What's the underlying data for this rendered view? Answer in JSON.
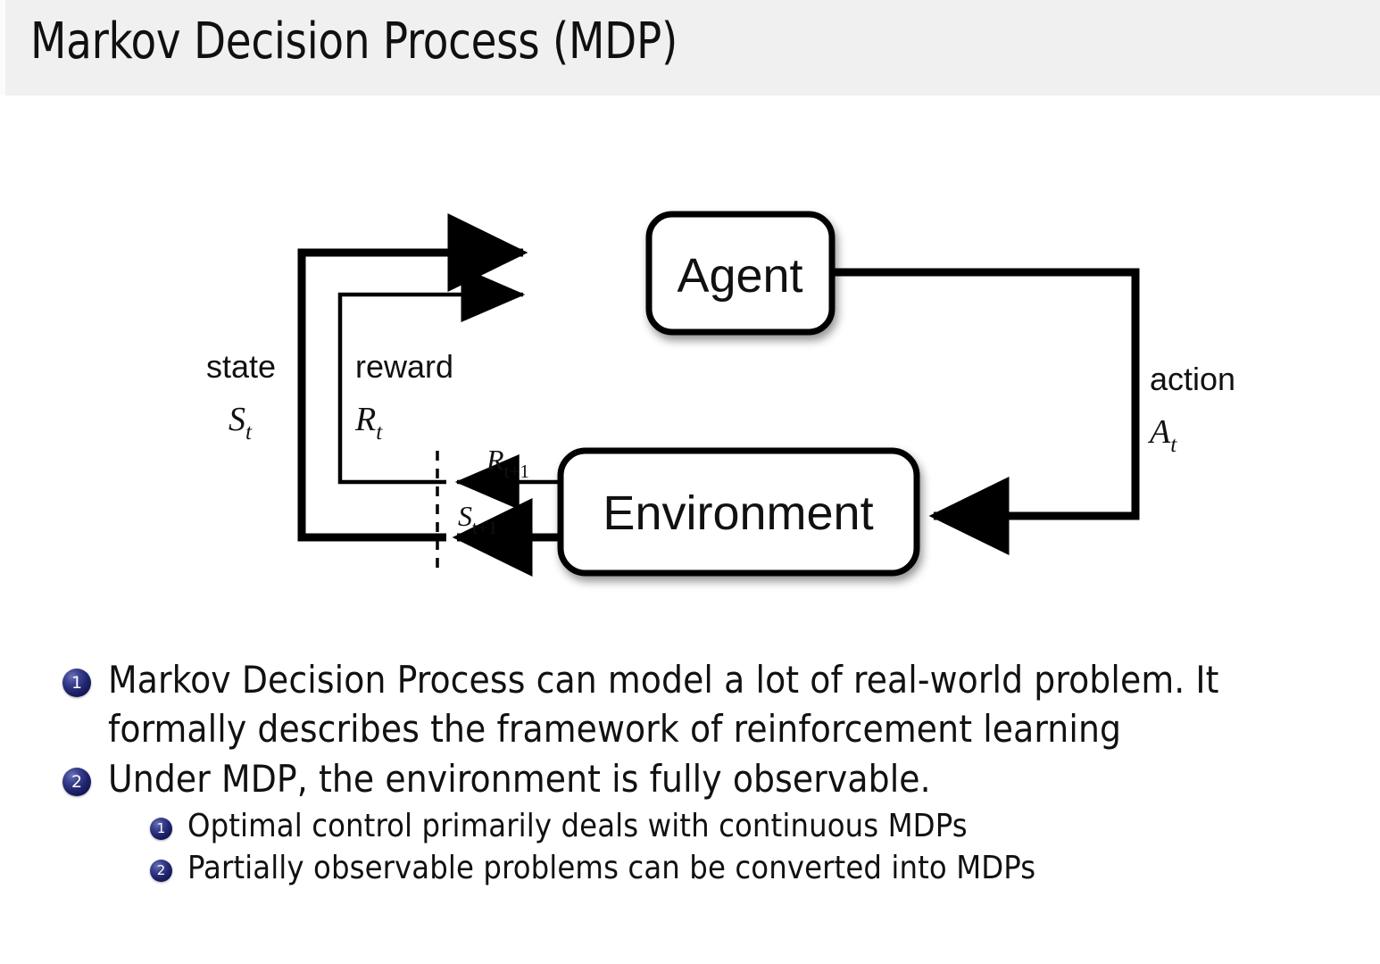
{
  "slide": {
    "title": "Markov Decision Process (MDP)",
    "header_bg": "#f0f0f0",
    "text_color": "#111111",
    "bullet_ball_color": "#20246d"
  },
  "diagram": {
    "type": "agent-environment-interaction-loop",
    "nodes": [
      {
        "id": "agent",
        "label": "Agent"
      },
      {
        "id": "environment",
        "label": "Environment"
      }
    ],
    "edge_labels": {
      "state_word": "state",
      "state_symbol": "S",
      "state_symbol_sub": "t",
      "reward_word": "reward",
      "reward_symbol": "R",
      "reward_symbol_sub": "t",
      "action_word": "action",
      "action_symbol": "A",
      "action_symbol_sub": "t",
      "reward_next_symbol": "R",
      "reward_next_sub": "t+1",
      "state_next_symbol": "S",
      "state_next_sub": "t+1"
    }
  },
  "bullets": [
    {
      "number": "1",
      "line1": "Markov Decision Process can model a lot of real-world problem.  It",
      "line2": "formally describes the framework of reinforcement learning"
    },
    {
      "number": "2",
      "line1": "Under MDP, the environment is fully observable.",
      "line2": ""
    }
  ],
  "subbullets": [
    {
      "number": "1",
      "text": "Optimal control primarily deals with continuous MDPs"
    },
    {
      "number": "2",
      "text": "Partially observable problems can be converted into MDPs"
    }
  ]
}
